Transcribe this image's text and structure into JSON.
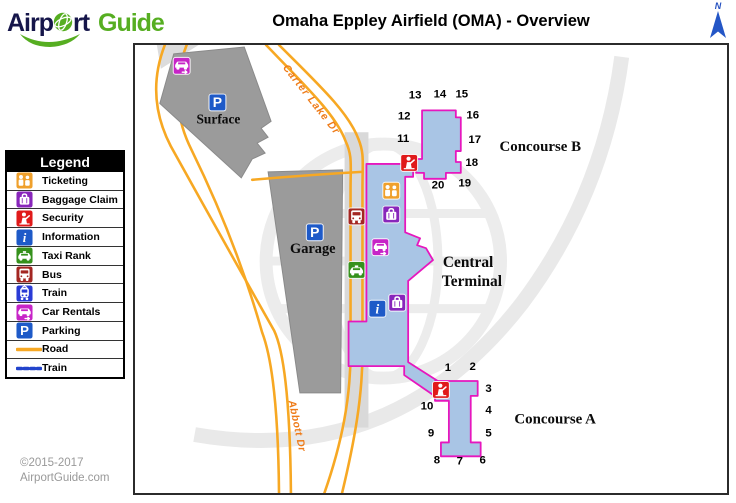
{
  "header": {
    "logo_airport": "Airport",
    "logo_guide": "Guide",
    "title": "Omaha Eppley Airfield (OMA) - Overview",
    "north_label": "N"
  },
  "legend": {
    "title": "Legend",
    "items": [
      {
        "label": "Ticketing",
        "icon": "ticketing",
        "color": "#EFA02C",
        "kind": "icon"
      },
      {
        "label": "Baggage Claim",
        "icon": "baggage-claim",
        "color": "#8826BB",
        "kind": "icon"
      },
      {
        "label": "Security",
        "icon": "security",
        "color": "#E01A1A",
        "kind": "icon"
      },
      {
        "label": "Information",
        "icon": "information",
        "color": "#1E5AC8",
        "kind": "icon"
      },
      {
        "label": "Taxi Rank",
        "icon": "taxi-rank",
        "color": "#35911C",
        "kind": "icon"
      },
      {
        "label": "Bus",
        "icon": "bus",
        "color": "#A32622",
        "kind": "icon"
      },
      {
        "label": "Train",
        "icon": "train",
        "color": "#2A3BD6",
        "kind": "icon"
      },
      {
        "label": "Car Rentals",
        "icon": "car-rentals",
        "color": "#C724C7",
        "kind": "icon"
      },
      {
        "label": "Parking",
        "icon": "parking",
        "color": "#1E5AC8",
        "kind": "icon"
      },
      {
        "label": "Road",
        "icon": "road-line",
        "color": "#F7A823",
        "kind": "line"
      },
      {
        "label": "Train",
        "icon": "train-line",
        "color": "#2244CC",
        "kind": "dashed-line"
      }
    ]
  },
  "map": {
    "buildings": {
      "surface": "Surface",
      "garage": "Garage",
      "central_terminal_line1": "Central",
      "central_terminal_line2": "Terminal",
      "concourse_a": "Concourse A",
      "concourse_b": "Concourse B"
    },
    "roads": {
      "carter": "Carter Lake Dr",
      "abbott": "Abbott Dr"
    },
    "gates_concourse_b": [
      "11",
      "12",
      "13",
      "14",
      "15",
      "16",
      "17",
      "18",
      "19",
      "20"
    ],
    "gates_concourse_a": [
      "1",
      "2",
      "3",
      "4",
      "5",
      "6",
      "7",
      "8",
      "9",
      "10"
    ],
    "map_icons": [
      "car-rentals",
      "parking",
      "parking",
      "ticketing",
      "baggage-claim",
      "bus",
      "car-rentals",
      "taxi-rank",
      "information",
      "baggage-claim",
      "security",
      "security"
    ],
    "colors": {
      "terminal_fill": "#A9C5E5",
      "terminal_border": "#E617BE",
      "lot_fill": "#9B9B9B",
      "road": "#F7A823",
      "road_label": "#EE7B18",
      "watermark": "#ECECEC"
    }
  },
  "footer": {
    "line1": "©2015-2017",
    "line2": "AirportGuide.com"
  }
}
